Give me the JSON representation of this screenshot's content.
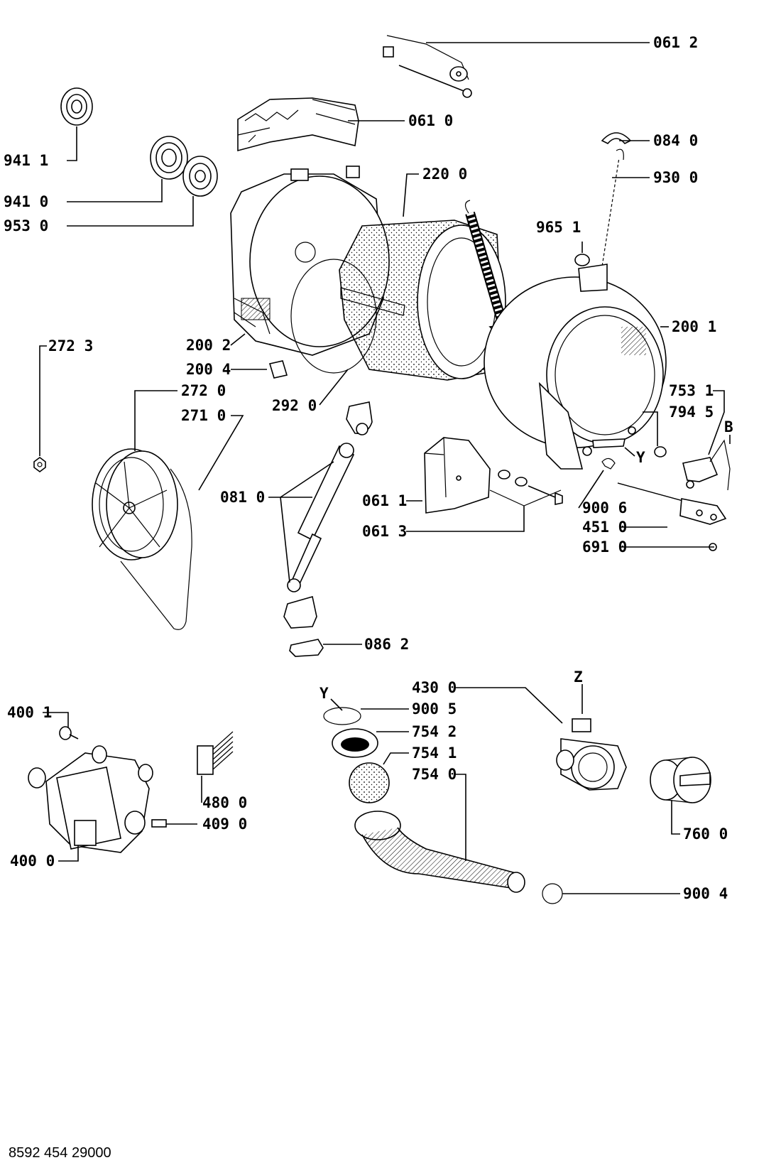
{
  "document_number": "8592 454 29000",
  "labels": [
    "061 2",
    "061 0",
    "941 1",
    "941 0",
    "953 0",
    "084 0",
    "930 0",
    "220 0",
    "965 1",
    "200 1",
    "200 2",
    "200 4",
    "272 3",
    "272 0",
    "271 0",
    "292 0",
    "753 1",
    "794 5",
    "B",
    "Y",
    "081 0",
    "061 1",
    "900 6",
    "061 3",
    "451 0",
    "691 0",
    "086 2",
    "400 1",
    "430 0",
    "Z",
    "Y",
    "900 5",
    "754 2",
    "754 1",
    "754 0",
    "480 0",
    "409 0",
    "400 0",
    "760 0",
    "900 4"
  ]
}
